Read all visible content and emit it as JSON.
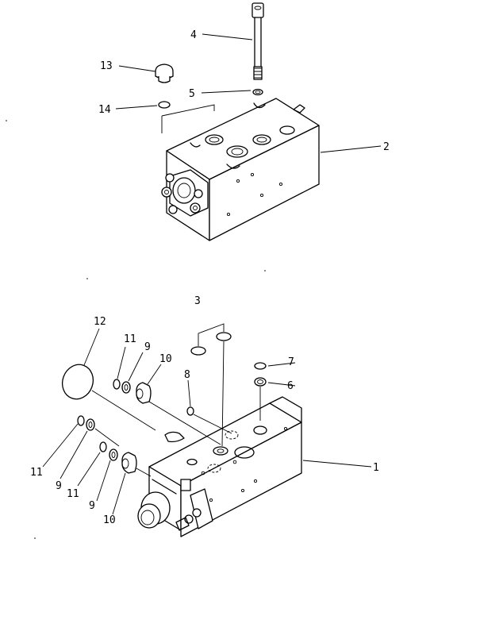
{
  "callouts": [
    {
      "id": "c1",
      "text": "1"
    },
    {
      "id": "c2",
      "text": "2"
    },
    {
      "id": "c3",
      "text": "3"
    },
    {
      "id": "c4",
      "text": "4"
    },
    {
      "id": "c5",
      "text": "5"
    },
    {
      "id": "c6",
      "text": "6"
    },
    {
      "id": "c7",
      "text": "7"
    },
    {
      "id": "c8",
      "text": "8"
    },
    {
      "id": "c9a",
      "text": "9"
    },
    {
      "id": "c9b",
      "text": "9"
    },
    {
      "id": "c9c",
      "text": "9"
    },
    {
      "id": "c10a",
      "text": "10"
    },
    {
      "id": "c10b",
      "text": "10"
    },
    {
      "id": "c11a",
      "text": "11"
    },
    {
      "id": "c11b",
      "text": "11"
    },
    {
      "id": "c11c",
      "text": "11"
    },
    {
      "id": "c12",
      "text": "12"
    },
    {
      "id": "c13",
      "text": "13"
    },
    {
      "id": "c14",
      "text": "14"
    }
  ]
}
